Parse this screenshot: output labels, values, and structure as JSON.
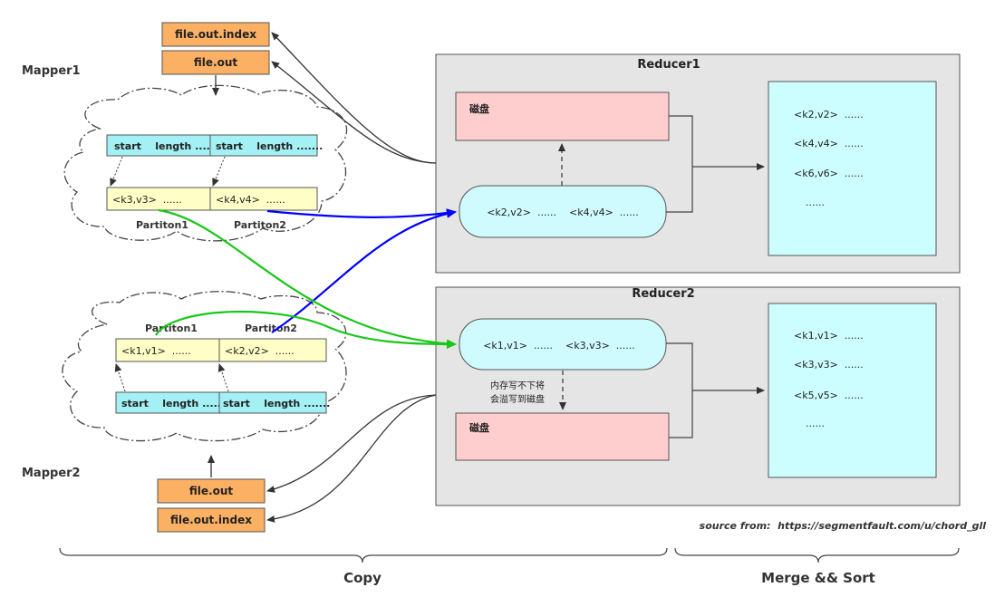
{
  "mapper1": {
    "label": "Mapper1",
    "file_index": "file.out.index",
    "file_out": "file.out",
    "index_cells": [
      "start    length .......",
      "start    length ......."
    ],
    "data_cells": [
      "<k3,v3>  ......",
      "<k4,v4>  ......"
    ],
    "partitions": [
      "Partiton1",
      "Partiton2"
    ]
  },
  "mapper2": {
    "label": "Mapper2",
    "file_out": "file.out",
    "file_index": "file.out.index",
    "partitions": [
      "Partiton1",
      "Partiton2"
    ],
    "data_cells": [
      "<k1,v1>  ......",
      "<k2,v2>  ......"
    ],
    "index_cells": [
      "start    length .......",
      "start    length ......."
    ]
  },
  "reducer1": {
    "title": "Reducer1",
    "disk_label": "磁盘",
    "memory_text": "<k2,v2>  ......    <k4,v4>  ......",
    "output_lines": [
      "<k2,v2>  ......",
      "<k4,v4>  ......",
      "<k6,v6>  ......",
      "......"
    ]
  },
  "reducer2": {
    "title": "Reducer2",
    "disk_label": "磁盘",
    "memory_text": "<k1,v1>  ......    <k3,v3>  ......",
    "spill_note": [
      "内存写不下将",
      "会溢写到磁盘"
    ],
    "output_lines": [
      "<k1,v1>  ......",
      "<k3,v3>  ......",
      "<k5,v5>  ......",
      "......"
    ]
  },
  "source_note": "source from:  https://segmentfault.com/u/chord_gll",
  "phases": {
    "copy": "Copy",
    "merge_sort": "Merge && Sort"
  },
  "colors": {
    "file_box": "#fcb063",
    "index_cell": "#a3f1f5",
    "data_cell": "#fffec6",
    "reducer_bg": "#e5e5e5",
    "disk": "#fecdcd",
    "memory": "#cffbff",
    "output": "#ccfeff",
    "blue_arrow": "#0000ff",
    "green_arrow": "#19c719"
  }
}
